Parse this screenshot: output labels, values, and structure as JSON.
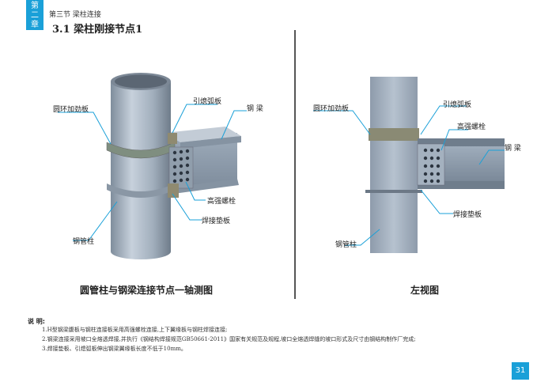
{
  "header": {
    "chapter_line1": "第",
    "chapter_line2": "二",
    "chapter_line3": "章",
    "section": "第三节  梁柱连接",
    "title": "3.1  梁柱刚接节点1"
  },
  "left_figure": {
    "labels": {
      "ring_plate": "圆环加劲板",
      "arc_plate": "引熄弧板",
      "beam": "钢 梁",
      "bolt": "高强螺栓",
      "backing": "焊接垫板",
      "column": "钢管柱"
    },
    "caption": "圆管柱与钢梁连接节点一轴测图"
  },
  "right_figure": {
    "labels": {
      "ring_plate": "圆环加劲板",
      "arc_plate": "引熄弧板",
      "bolt": "高强螺栓",
      "beam": "钢 梁",
      "backing": "焊接垫板",
      "column": "钢管柱"
    },
    "caption": "左视图"
  },
  "notes": {
    "title": "说 明:",
    "items": [
      "1.H型钢梁腹板与钢柱连接板采用高强螺栓连接,上下翼缘板与钢柱焊接连接;",
      "2.钢梁连接采用坡口全熔透焊接,并执行《钢结构焊接规范GB50661-2011》国家有关规范及规程,坡口全熔透焊缝的坡口形式及尺寸由钢结构制作厂完成;",
      "3.焊接垫板、引熄弧板伸出钢梁翼缘板长度不低于10mm。"
    ]
  },
  "page_number": "31",
  "colors": {
    "accent": "#1aa0d8",
    "steel": "#a7b4c2",
    "leader": "#1aa0d8"
  }
}
